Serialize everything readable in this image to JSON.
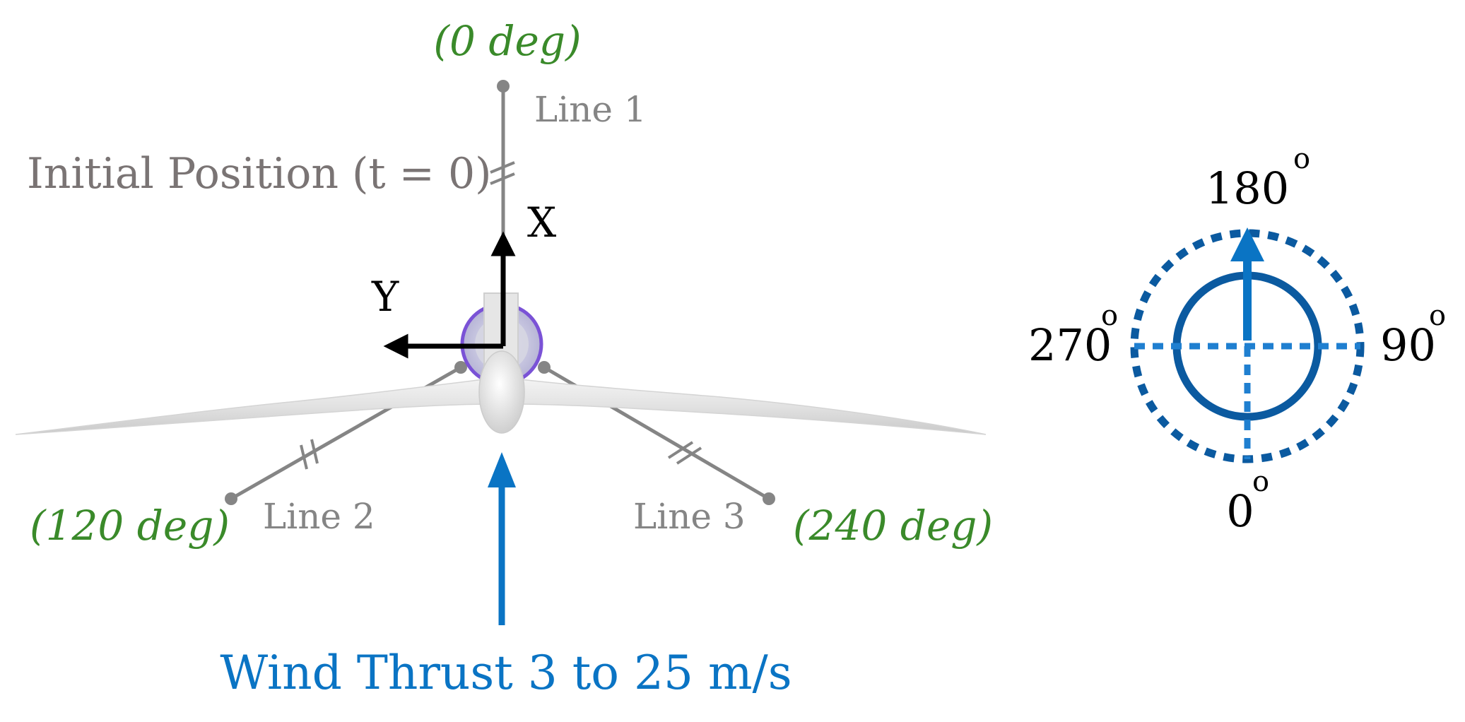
{
  "labels": {
    "line1_angle": "(0 deg)",
    "line1_name": "Line 1",
    "line2_angle": "(120 deg)",
    "line2_name": "Line 2",
    "line3_angle": "(240 deg)",
    "line3_name": "Line 3",
    "initial_position": "Initial Position (t = 0)",
    "axis_x": "X",
    "axis_y": "Y",
    "wind": "Wind Thrust 3 to 25 m/s"
  },
  "compass": {
    "top": "180",
    "right": "90",
    "bottom": "0",
    "left": "270",
    "degree_mark": "o"
  },
  "colors": {
    "wind_blue": "#0a74c4",
    "compass_dark": "#0b5aa0",
    "angle_green": "#3a8a2a",
    "mooring_gray": "#858585"
  }
}
